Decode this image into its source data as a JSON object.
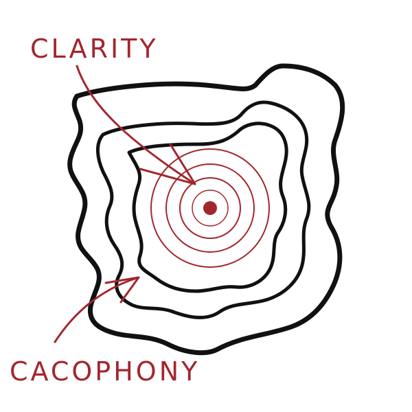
{
  "labels": {
    "clarity": "CLARITY",
    "cacophony": "CACOPHONY"
  },
  "colors": {
    "accent": "#a3262e",
    "ink": "#111111",
    "background": "#ffffff"
  },
  "rings": {
    "outer_black_count": 3,
    "inner_red_count": 4
  }
}
